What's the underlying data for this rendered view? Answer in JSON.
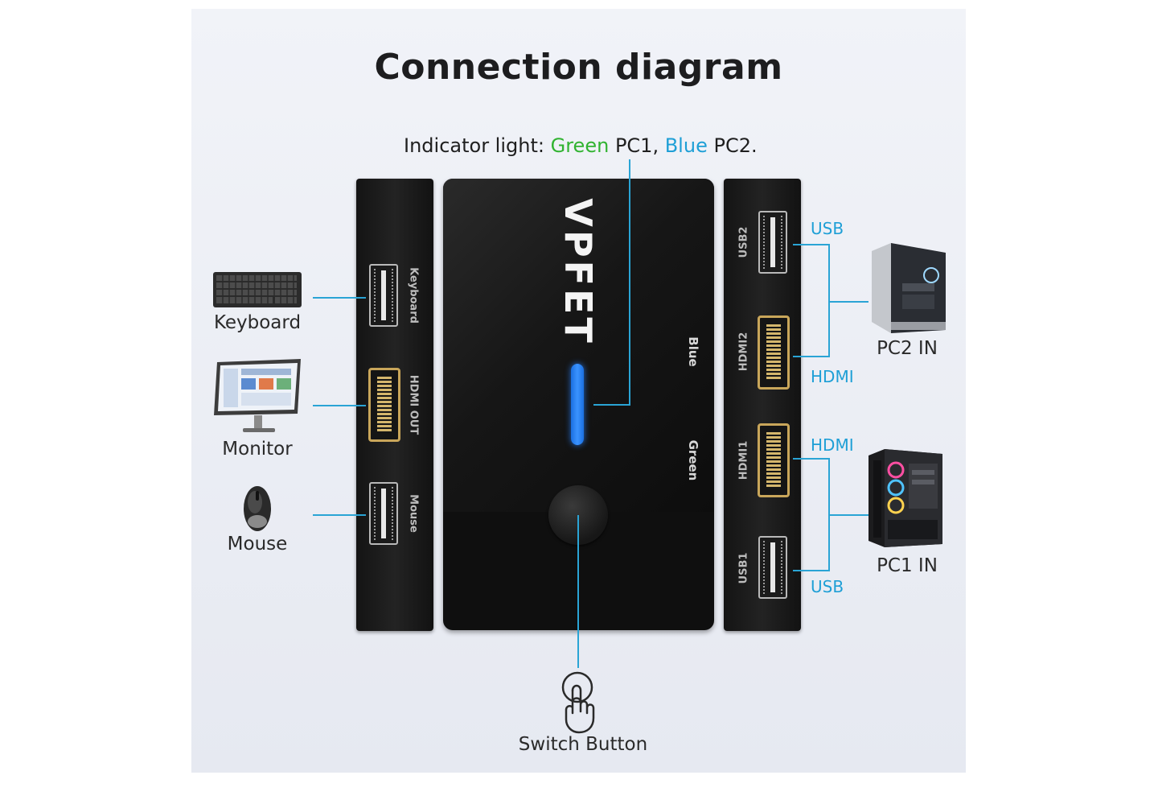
{
  "title": "Connection diagram",
  "indicator": {
    "prefix": "Indicator light:",
    "green_word": "Green",
    "green_target": "PC1,",
    "blue_word": "Blue",
    "blue_target": "PC2."
  },
  "brand": "VPFET",
  "center_labels": {
    "blue": "Blue",
    "green": "Green"
  },
  "left_ports": {
    "keyboard": "Keyboard",
    "hdmi_out": "HDMI OUT",
    "mouse": "Mouse"
  },
  "right_ports": {
    "usb2": "USB2",
    "hdmi2": "HDMI2",
    "hdmi1": "HDMI1",
    "usb1": "USB1"
  },
  "devices": {
    "keyboard": "Keyboard",
    "monitor": "Monitor",
    "mouse": "Mouse",
    "pc2": "PC2 IN",
    "pc1": "PC1 IN",
    "switch_button": "Switch Button"
  },
  "connector_labels": {
    "usb_top": "USB",
    "hdmi_top": "HDMI",
    "hdmi_bottom": "HDMI",
    "usb_bottom": "USB"
  },
  "colors": {
    "accent": "#2aa4d5",
    "green": "#31b331",
    "blue": "#1e9fd6",
    "led": "#2f86ff"
  }
}
